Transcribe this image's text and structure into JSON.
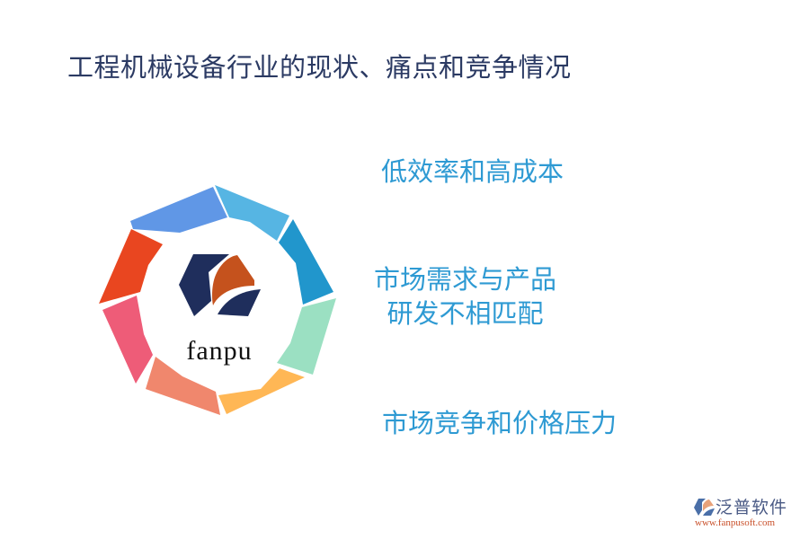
{
  "title": "工程机械设备行业的现状、痛点和竞争情况",
  "diagram": {
    "center_label": "fanpu",
    "center_icon": "fanpu-hexagon-logo-icon",
    "segment_colors": [
      "#6097e6",
      "#56b5e3",
      "#2196cc",
      "#9be0c2",
      "#ffb755",
      "#f0876d",
      "#ee5c78",
      "#e94620"
    ],
    "logo_colors": {
      "dark": "#1f2e5c",
      "accent": "#c5521d"
    }
  },
  "points": [
    {
      "lines": [
        "低效率和高成本"
      ]
    },
    {
      "lines": [
        "市场需求与产品",
        "研发不相匹配"
      ]
    },
    {
      "lines": [
        "市场竞争和价格压力"
      ]
    }
  ],
  "colors": {
    "title": "#2b3a63",
    "points": "#2e9ad3"
  },
  "footer": {
    "brand_name": "泛普软件",
    "url": "www.fanpusoft.com"
  }
}
